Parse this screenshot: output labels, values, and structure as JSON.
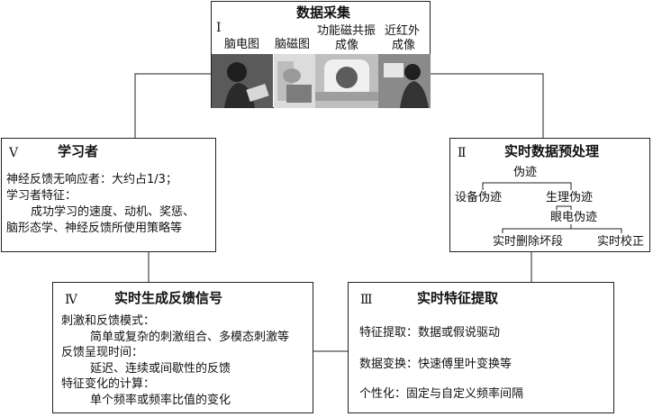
{
  "box1": {
    "numeral": "Ⅰ",
    "title": "数据采集",
    "modalities": [
      {
        "label": "脑电图"
      },
      {
        "label": "脑磁图"
      },
      {
        "label_line1": "功能磁共振",
        "label_line2": "成像"
      },
      {
        "label_line1": "近红外",
        "label_line2": "成像"
      }
    ]
  },
  "box2": {
    "numeral": "Ⅱ",
    "title": "实时数据预处理",
    "tree": {
      "root": "伪迹",
      "device": "设备伪迹",
      "physio": "生理伪迹",
      "eog": "眼电伪迹",
      "delete": "实时删除坏段",
      "correct": "实时校正"
    }
  },
  "box3": {
    "numeral": "Ⅲ",
    "title": "实时特征提取",
    "lines": [
      "特征提取：数据或假说驱动",
      "数据变换：快速傅里叶变换等",
      "个性化：固定与自定义频率间隔"
    ]
  },
  "box4": {
    "numeral": "Ⅳ",
    "title": "实时生成反馈信号",
    "lines": [
      "刺激和反馈模式：",
      "简单或复杂的刺激组合、多模态刺激等",
      "反馈呈现时间：",
      "延迟、连续或间歇性的反馈",
      "特征变化的计算：",
      "单个频率或频率比值的变化"
    ]
  },
  "box5": {
    "numeral": "Ⅴ",
    "title": "学习者",
    "lines": [
      "神经反馈无响应者：大约占1/3；",
      "学习者特征：",
      "成功学习的速度、动机、奖惩、",
      "脑形态学、神经反馈所使用策略等"
    ]
  }
}
